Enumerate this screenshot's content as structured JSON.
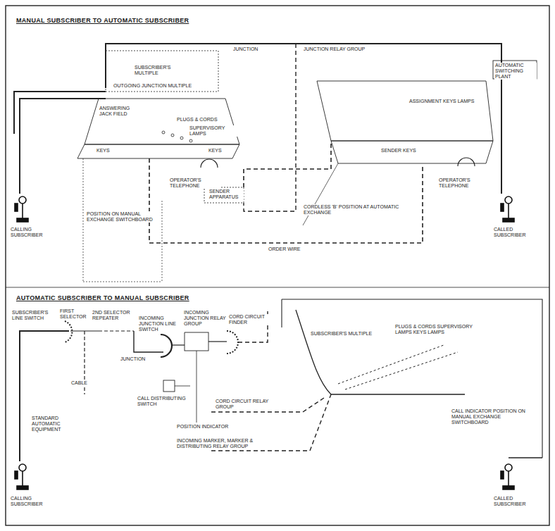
{
  "diagram": {
    "labels": [
      "MANUAL SUBSCRIBER TO AUTOMATIC SUBSCRIBER",
      "SUBSCRIBER'S MULTIPLE",
      "OUTGOING JUNCTION MULTIPLE",
      "ANSWERING JACK FIELD",
      "PLUGS & CORDS",
      "SUPERVISORY LAMPS",
      "KEYS",
      "KEYS",
      "OPERATOR'S TELEPHONE",
      "SENDER APPARATUS",
      "POSITION ON MANUAL EXCHANGE SWITCHBOARD",
      "JUNCTION",
      "JUNCTION RELAY GROUP",
      "AUTOMATIC SWITCHING PLANT",
      "ASSIGNMENT KEYS LAMPS",
      "SENDER KEYS",
      "OPERATOR'S TELEPHONE",
      "CORDLESS 'B' POSITION AT AUTOMATIC EXCHANGE",
      "ORDER WIRE",
      "CALLING SUBSCRIBER",
      "CALLED SUBSCRIBER",
      "AUTOMATIC SUBSCRIBER TO MANUAL SUBSCRIBER",
      "SUBSCRIBER'S LINE SWITCH",
      "FIRST SELECTOR",
      "2ND SELECTOR REPEATER",
      "JUNCTION",
      "INCOMING JUNCTION LINE SWITCH",
      "INCOMING JUNCTION RELAY GROUP",
      "CORD CIRCUIT FINDER",
      "SUBSCRIBER'S MULTIPLE",
      "PLUGS & CORDS SUPERVISORY LAMPS KEYS LAMPS",
      "CABLE",
      "CALL DISTRIBUTING SWITCH",
      "CORD CIRCUIT RELAY GROUP",
      "STANDARD AUTOMATIC EQUIPMENT",
      "POSITION INDICATOR",
      "INCOMING MARKER, MARKER & DISTRIBUTING RELAY GROUP",
      "CALL INDICATOR POSITION ON MANUAL EXCHANGE SWITCHBOARD",
      "CALLING SUBSCRIBER",
      "CALLED SUBSCRIBER"
    ]
  }
}
